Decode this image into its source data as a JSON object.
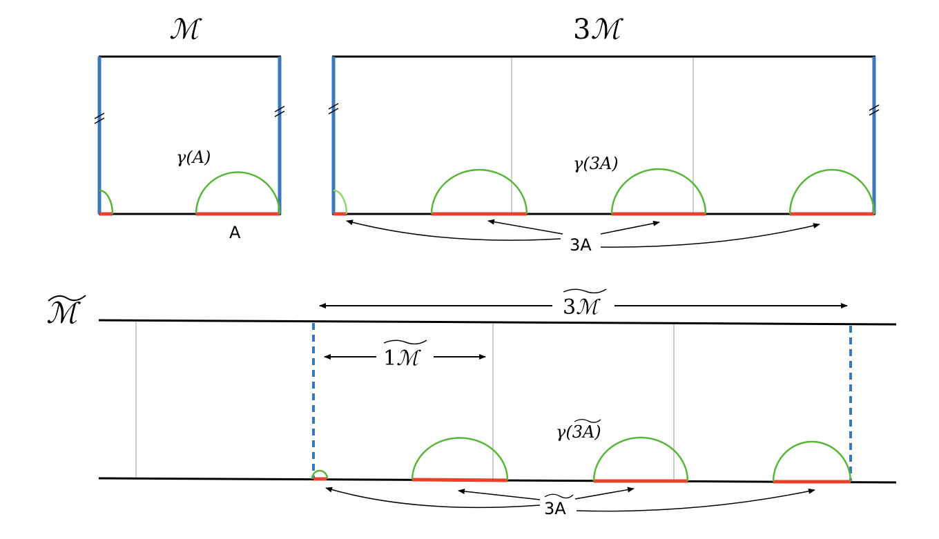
{
  "colors": {
    "boundary": "#000000",
    "identified_edge": "#3a78bd",
    "interval": "#e8412c",
    "geodesic": "#59b43a",
    "geodesic_light": "#8fd66a",
    "guide": "#9a9a9a"
  },
  "panels": {
    "M": {
      "title_numeral": "",
      "title_symbol": "ℳ",
      "gamma_label": "γ(A)",
      "interval_label": "A"
    },
    "threeM": {
      "title_numeral": "3",
      "title_symbol": "ℳ",
      "gamma_label": "γ(3A)",
      "interval_label": "3A"
    },
    "cover": {
      "title_symbol": "ℳ",
      "span_label_numeral": "3",
      "span_label_symbol": "ℳ",
      "unit_label_numeral": "1",
      "unit_label_symbol": "ℳ",
      "gamma_label": "γ(3A)",
      "interval_label": "3A"
    }
  }
}
